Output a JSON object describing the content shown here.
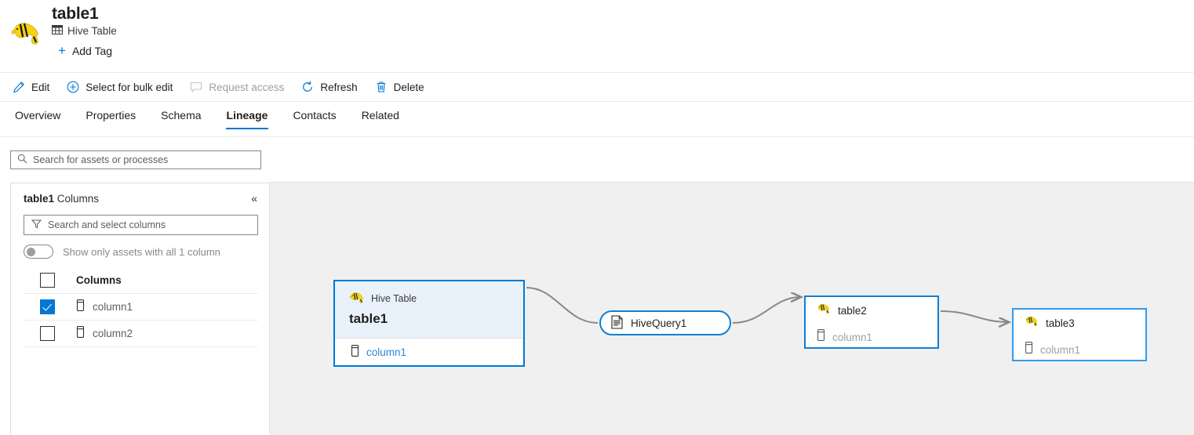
{
  "header": {
    "logo_icon": "hadoop-hive-logo",
    "title": "table1",
    "type_icon": "table-grid-icon",
    "type_label": "Hive Table",
    "add_tag_label": "Add Tag",
    "add_tag_icon": "plus-icon"
  },
  "commandbar": {
    "items": [
      {
        "label": "Edit",
        "icon": "pencil-icon",
        "disabled": false
      },
      {
        "label": "Select for bulk edit",
        "icon": "plus-circle-icon",
        "disabled": false
      },
      {
        "label": "Request access",
        "icon": "comment-icon",
        "disabled": true
      },
      {
        "label": "Refresh",
        "icon": "refresh-icon",
        "disabled": false
      },
      {
        "label": "Delete",
        "icon": "trash-icon",
        "disabled": false
      }
    ]
  },
  "tabs": [
    {
      "label": "Overview",
      "active": false
    },
    {
      "label": "Properties",
      "active": false
    },
    {
      "label": "Schema",
      "active": false
    },
    {
      "label": "Lineage",
      "active": true
    },
    {
      "label": "Contacts",
      "active": false
    },
    {
      "label": "Related",
      "active": false
    }
  ],
  "search": {
    "placeholder": "Search for assets or processes",
    "value": "",
    "icon": "search-icon"
  },
  "columns_panel": {
    "title_bold": "table1",
    "title_rest": " Columns",
    "collapse_icon": "double-chevron-left-icon",
    "filter": {
      "placeholder": "Search and select columns",
      "value": "",
      "icon": "filter-icon"
    },
    "toggle": {
      "label": "Show only assets with all 1 column",
      "checked": false
    },
    "table": {
      "header": "Columns",
      "header_checked": false,
      "rows": [
        {
          "name": "column1",
          "checked": true,
          "icon": "column-icon"
        },
        {
          "name": "column2",
          "checked": false,
          "icon": "column-icon"
        }
      ]
    }
  },
  "lineage": {
    "nodes": {
      "main": {
        "type_label": "Hive Table",
        "type_icon": "hadoop-hive-logo",
        "name": "table1",
        "column": "column1",
        "column_icon": "column-icon"
      },
      "table2": {
        "name": "table2",
        "type_icon": "hadoop-hive-logo",
        "column": "column1",
        "column_icon": "column-icon"
      },
      "table3": {
        "name": "table3",
        "type_icon": "hadoop-hive-logo",
        "column": "column1",
        "column_icon": "column-icon"
      },
      "process": {
        "name": "HiveQuery1",
        "icon": "process-document-icon"
      }
    }
  },
  "colors": {
    "accent": "#0078d4",
    "node_border": "#0f7fd4",
    "node_header_fill": "#e9f2fb",
    "canvas_bg": "#f0f0f0",
    "edge": "#8a8886",
    "hadoop_yellow": "#f5d312",
    "disabled_text": "#a19f9d"
  }
}
